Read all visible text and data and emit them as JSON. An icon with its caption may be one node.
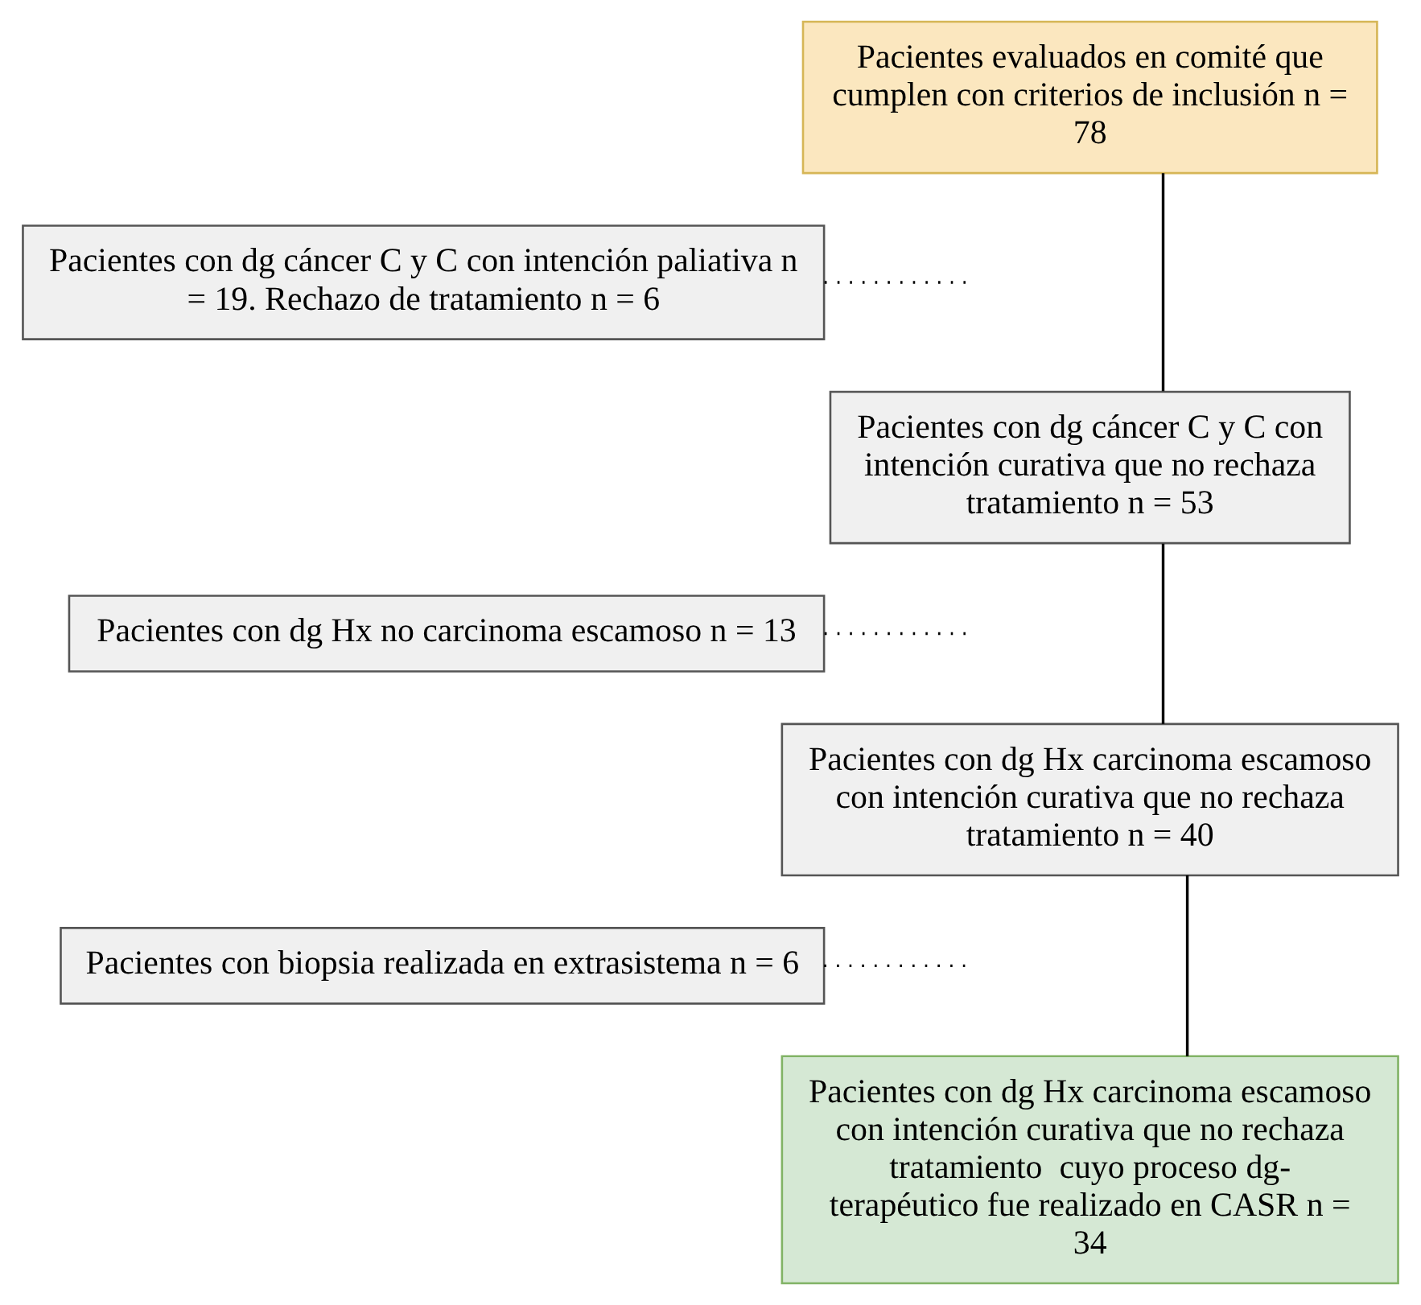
{
  "diagram": {
    "nodes": [
      {
        "text": [
          "Pacientes evaluados en comité que cumplen con criterios de inclusión n = 78"
        ]
      },
      {
        "text": [
          "Pacientes con dg cáncer C y C con intención paliativa n = 19. Rechazo de tratamiento n = 6"
        ]
      },
      {
        "text": [
          "Pacientes con dg cáncer C y C con intención curativa que no rechaza tratamiento n = 53"
        ]
      },
      {
        "text": [
          "Pacientes con dg Hx no carcinoma escamoso n = 13"
        ]
      },
      {
        "text": [
          "Pacientes con dg Hx carcinoma escamoso con intención curativa que no rechaza tratamiento n = 40"
        ]
      },
      {
        "text": [
          "Pacientes con biopsia realizada en extrasistema n = 6"
        ]
      },
      {
        "text": [
          "Pacientes con dg Hx carcinoma escamoso con intención curativa que no rechaza tratamiento  cuyo proceso dg- terapéutico fue realizado en CASR n = 34"
        ]
      }
    ],
    "edges": [
      {
        "from": 0,
        "to": 2,
        "arrow": "none"
      },
      {
        "from": 1,
        "to": null,
        "arrow": "none",
        "style": "dashed"
      },
      {
        "from": 2,
        "to": 4,
        "arrow": "none"
      },
      {
        "from": 3,
        "to": null,
        "arrow": "none",
        "style": "dashed"
      },
      {
        "from": 4,
        "to": 6,
        "arrow": "none"
      },
      {
        "from": 5,
        "to": null,
        "arrow": "none",
        "style": "dashed"
      }
    ]
  }
}
